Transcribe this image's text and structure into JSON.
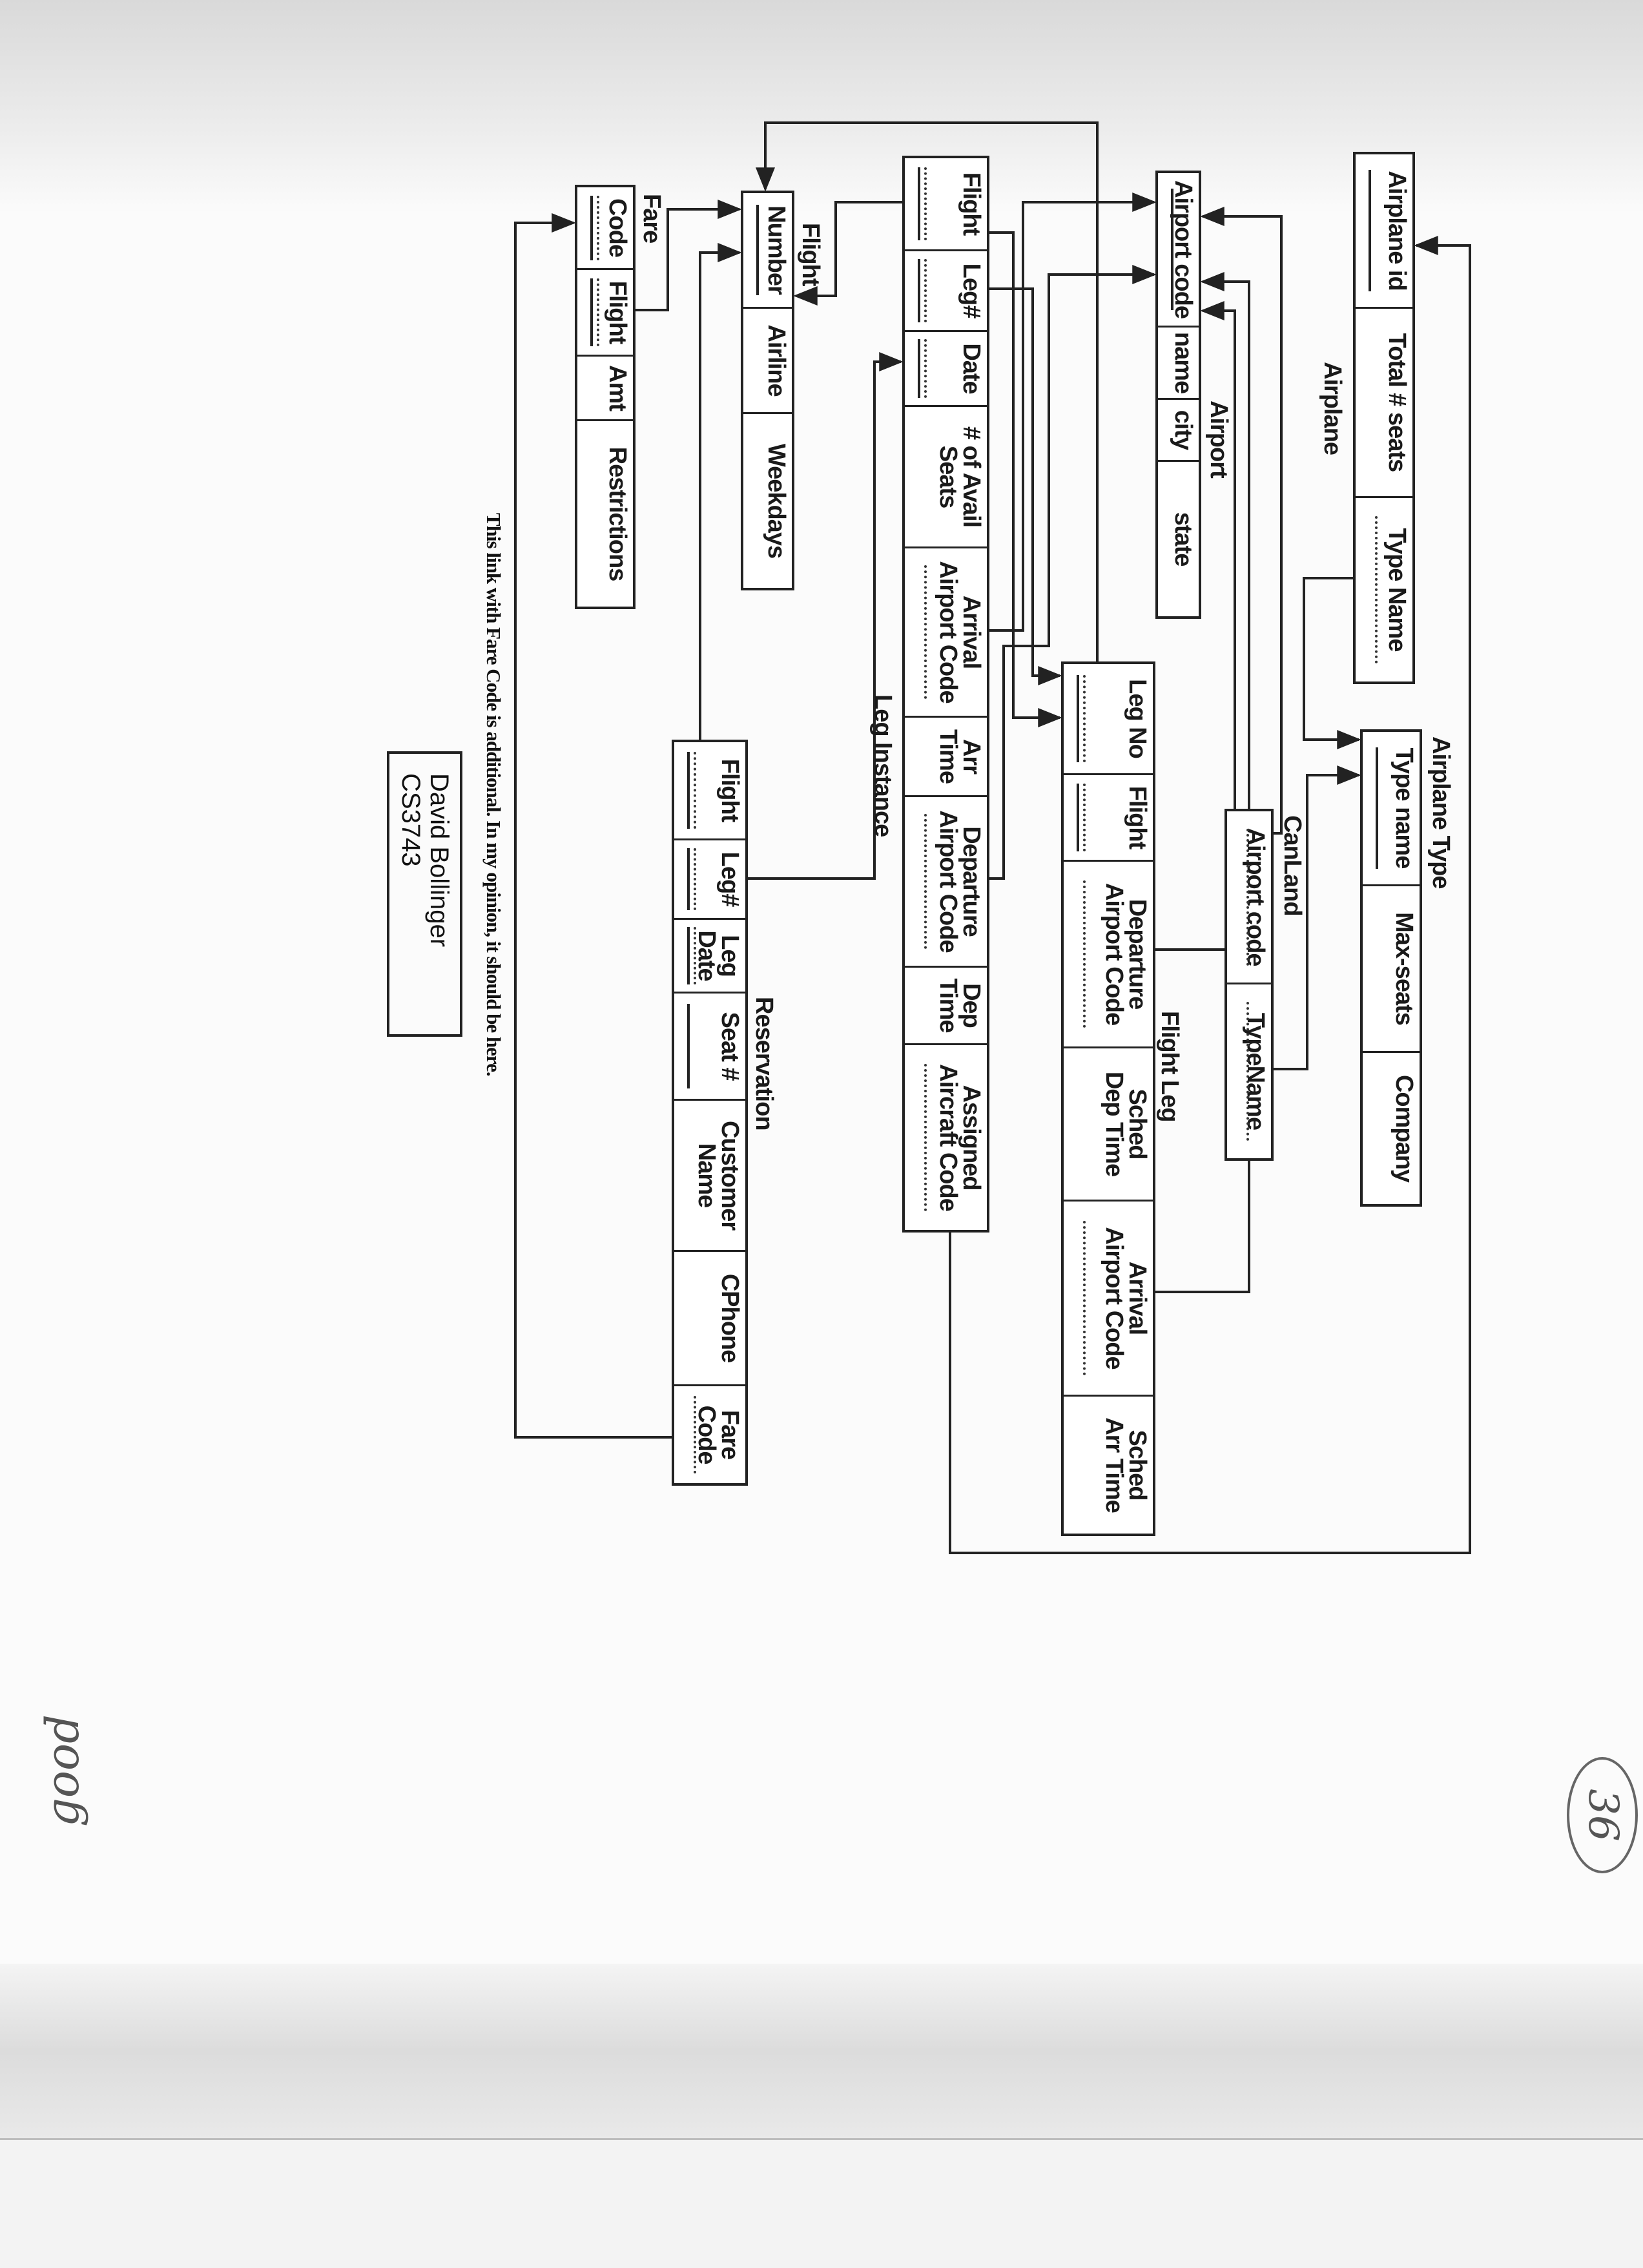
{
  "tables": {
    "airplane": {
      "name": "Airplane",
      "columns": [
        {
          "label": "Airplane id",
          "key": "pk"
        },
        {
          "label": "Total # seats",
          "key": ""
        },
        {
          "label": "Type Name",
          "key": "fk"
        }
      ]
    },
    "airport": {
      "name": "Airport",
      "columns": [
        {
          "label": "Airport code",
          "key": "pk"
        },
        {
          "label": "name",
          "key": ""
        },
        {
          "label": "city",
          "key": ""
        },
        {
          "label": "state",
          "key": ""
        }
      ]
    },
    "airplane_type": {
      "name": "Airplane Type",
      "columns": [
        {
          "label": "Type name",
          "key": "pk"
        },
        {
          "label": "Max-seats",
          "key": ""
        },
        {
          "label": "Company",
          "key": ""
        }
      ]
    },
    "canland": {
      "name": "CanLand",
      "columns": [
        {
          "label": "Airport code",
          "key": "fk"
        },
        {
          "label": "TypeName",
          "key": "fk"
        }
      ]
    },
    "flight_leg": {
      "name": "Flight Leg",
      "columns": [
        {
          "label": "Leg No",
          "key": "pkfk"
        },
        {
          "label": "Flight",
          "key": "pkfk"
        },
        {
          "label": "Departure\nAirport Code",
          "key": "fk"
        },
        {
          "label": "Sched\nDep Time",
          "key": ""
        },
        {
          "label": "Arrival\nAirport Code",
          "key": "fk"
        },
        {
          "label": "Sched\nArr Time",
          "key": ""
        }
      ]
    },
    "leg_instance": {
      "name": "Leg Instance",
      "columns": [
        {
          "label": "Flight",
          "key": "pkfk"
        },
        {
          "label": "Leg#",
          "key": "pkfk"
        },
        {
          "label": "Date",
          "key": "pkfk"
        },
        {
          "label": "# of Avail\nSeats",
          "key": ""
        },
        {
          "label": "Arrival\nAirport Code",
          "key": "fk"
        },
        {
          "label": "Arr\nTime",
          "key": ""
        },
        {
          "label": "Departure\nAirport Code",
          "key": "fk"
        },
        {
          "label": "Dep\nTime",
          "key": ""
        },
        {
          "label": "Assigned\nAircraft Code",
          "key": "fk"
        }
      ]
    },
    "flight": {
      "name": "Flight",
      "columns": [
        {
          "label": "Number",
          "key": "pk"
        },
        {
          "label": "Airline",
          "key": ""
        },
        {
          "label": "Weekdays",
          "key": ""
        }
      ]
    },
    "fare": {
      "name": "Fare",
      "columns": [
        {
          "label": "Code",
          "key": "pkfk"
        },
        {
          "label": "Flight",
          "key": "pkfk"
        },
        {
          "label": "Amt",
          "key": ""
        },
        {
          "label": "Restrictions",
          "key": ""
        }
      ]
    },
    "reservation": {
      "name": "Reservation",
      "columns": [
        {
          "label": "Flight",
          "key": "pkfk"
        },
        {
          "label": "Leg#",
          "key": "pkfk"
        },
        {
          "label": "Leg\nDate",
          "key": "pkfk"
        },
        {
          "label": "Seat #",
          "key": "pk"
        },
        {
          "label": "Customer\nName",
          "key": ""
        },
        {
          "label": "CPhone",
          "key": ""
        },
        {
          "label": "Fare\nCode",
          "key": "fk"
        }
      ]
    }
  },
  "note": "This link with Fare Code is additional.  In my opinion, it should be here.",
  "author": {
    "name": "David Bollinger",
    "course": "CS3743"
  },
  "handwritten": {
    "page_mark": "36",
    "grade": "good"
  },
  "colors": {
    "ink": "#222222",
    "paper": "#fbfbfb"
  }
}
